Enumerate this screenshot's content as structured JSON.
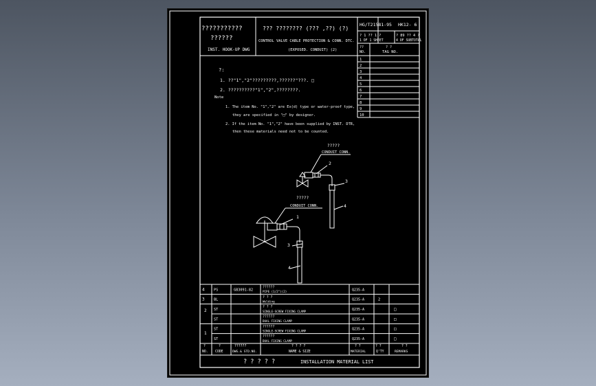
{
  "title_block": {
    "cn_line1": "???????????",
    "cn_line2": "??????",
    "en_left": "INST. HOOK-UP DWG",
    "cn_center": "??? ????????   (??? ,??) (?)",
    "en_center1": "CONTROL VALVE CABLE PROTECTION & CONN. DTC.",
    "en_center2": "(EXPOSED. CONDUIT) (2)",
    "drawing_no": "HG/T21581-95",
    "sheet_code": "HK12- 6",
    "sheet_cn": "?  1  ?? 1  ?",
    "sheet_en": "1  OF  1  SHEET",
    "subtotal_cn": "? 89 ?? 4  ?",
    "subtotal_en": "4  OF SUBTOTAL"
  },
  "revision_table": {
    "header_cn_no": "??",
    "header_no": "NO.",
    "header_cn_tag": "?    ?",
    "header_tag": "TAG  NO.",
    "rows": [
      "1",
      "2",
      "3",
      "4",
      "5",
      "6",
      "7",
      "8",
      "9",
      "10"
    ]
  },
  "notes": {
    "cn_heading": "?:",
    "cn_note1": "1. ??\"1\",\"2\"?????????,??????\"???. □",
    "cn_note2": "2. ??????????\"1\",\"2\",????????.",
    "heading": "Note",
    "note1_a": "1. The item No. \"1\",\"2\" are Ex(d) type or water-proof type,",
    "note1_b": "they are specified in \"□\" by designer.",
    "note2_a": "2. If the item No. \"1\",\"2\" have been supplied by INST. DTR,",
    "note2_b": "then these materials need not to be counted."
  },
  "diagram": {
    "upper_cn": "?????",
    "upper_label": "CONDUIT CONN.",
    "lower_cn": "?????",
    "lower_label": "CONDUIT CONN.",
    "balloon_2a": "2",
    "balloon_3a": "3",
    "balloon_4a": "4",
    "balloon_1b": "1",
    "balloon_3b": "3",
    "balloon_4b": "4"
  },
  "bom": {
    "rows": [
      {
        "item": "4",
        "code": "PS",
        "std": "GB3091-82",
        "name_cn": "??????",
        "name_en": "PIPE (1/2\")(2)",
        "material": "Q235-A",
        "qty": "",
        "remarks": ""
      },
      {
        "item": "3",
        "code": "BL",
        "std": "",
        "name_cn": "? ? ?",
        "name_en": "Welding",
        "material": "Q235-A",
        "qty": "2",
        "remarks": ""
      },
      {
        "item": "",
        "code": "ST",
        "std": "",
        "name_cn": "? ? ?",
        "name_en": "SINGLE-SCREW FIXING CLAMP",
        "material": "Q235-A",
        "qty": "",
        "remarks": "□"
      },
      {
        "item": "",
        "code": "ST",
        "std": "",
        "name_cn": "??????",
        "name_en": "DUAL FIXING CLAMP",
        "material": "Q235-A",
        "qty": "",
        "remarks": "□"
      },
      {
        "item": "",
        "code": "ST",
        "std": "",
        "name_cn": "??????",
        "name_en": "SINGLE-SCREW FIXING CLAMP",
        "material": "Q235-A",
        "qty": "",
        "remarks": "□"
      },
      {
        "item": "",
        "code": "ST",
        "std": "",
        "name_cn": "??????",
        "name_en": "DUAL FIXING CLAMP",
        "material": "Q235-A",
        "qty": "",
        "remarks": "□"
      }
    ],
    "merged_item_2": "2",
    "merged_item_1": "1",
    "header": {
      "no_cn": "?",
      "no": "NO.",
      "code_cn": "?",
      "code": "CODE",
      "std_cn": "??????",
      "std": "DWG.& STD.NO.",
      "name_cn": "?  ?  ?  ?",
      "name": "NAME & SIZE",
      "mat_cn": "?  ?",
      "mat": "MATERIAL",
      "qty_cn": "?  ?",
      "qty": "Q'TY",
      "rem_cn": "?  ?",
      "rem": "REMARKS"
    },
    "footer_cn": "? ? ? ? ?",
    "footer_en": "INSTALLATION  MATERIAL  LIST"
  }
}
